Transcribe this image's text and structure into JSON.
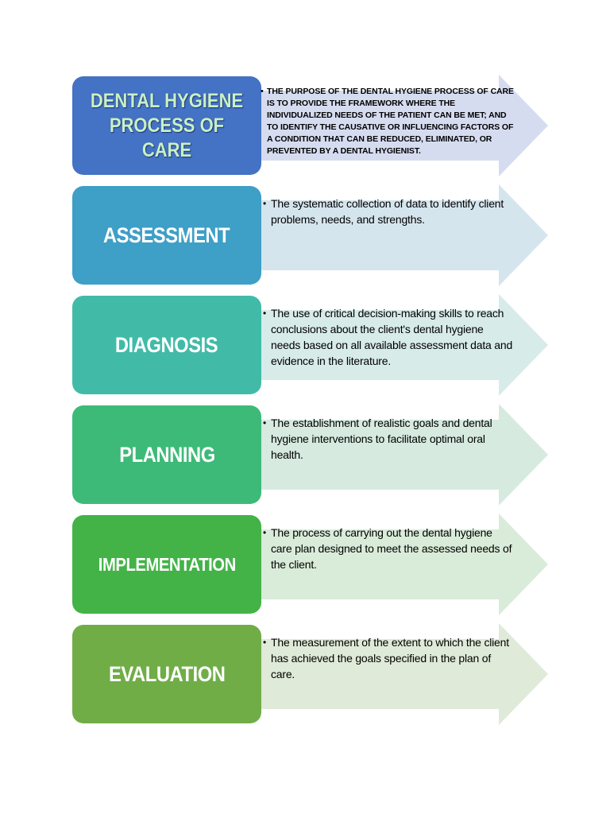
{
  "diagram": {
    "stages": [
      {
        "label": "DENTAL HYGIENE PROCESS OF CARE",
        "description": "THE PURPOSE OF THE DENTAL HYGIENE PROCESS OF CARE IS TO PROVIDE THE FRAMEWORK WHERE THE INDIVIDUALIZED NEEDS OF THE PATIENT CAN BE MET; AND TO IDENTIFY THE CAUSATIVE OR INFLUENCING FACTORS OF A CONDITION THAT CAN BE REDUCED, ELIMINATED, OR PREVENTED BY A DENTAL HYGIENIST.",
        "box_color": "#4472c4",
        "arrow_color": "#d6dcf0"
      },
      {
        "label": "ASSESSMENT",
        "description": "The systematic collection of data to identify client problems, needs, and strengths.",
        "box_color": "#3e9fc7",
        "arrow_color": "#d5e5ee"
      },
      {
        "label": "DIAGNOSIS",
        "description": "The use of critical decision-making skills to reach conclusions about the client's dental hygiene needs based on all available assessment data and evidence in the literature.",
        "box_color": "#41bba8",
        "arrow_color": "#d7ebe9"
      },
      {
        "label": "PLANNING",
        "description": "The establishment of realistic goals and dental hygiene interventions to facilitate optimal oral health.",
        "box_color": "#3dba78",
        "arrow_color": "#d6eae0"
      },
      {
        "label": "IMPLEMENTATION",
        "description": "The process of carrying out the dental hygiene care plan designed to meet the assessed needs of the client.",
        "box_color": "#43b347",
        "arrow_color": "#d9ebd9"
      },
      {
        "label": "EVALUATION",
        "description": "The measurement of the extent to which the client has achieved the goals specified in the plan of care.",
        "box_color": "#70ad47",
        "arrow_color": "#dfead8"
      }
    ],
    "bullet": "•"
  }
}
